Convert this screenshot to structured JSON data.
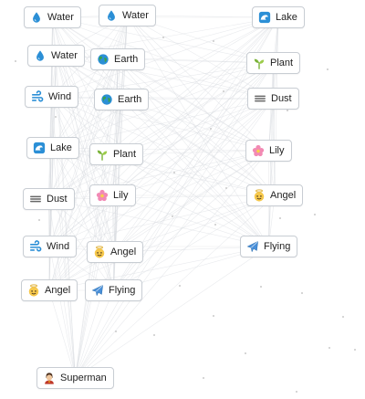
{
  "colors": {
    "chip_border": "#c8cdd3",
    "line": "#d7dadf",
    "water": "#2b8fd6",
    "earth_blue": "#2b8fd6",
    "earth_green": "#3aa34a",
    "wind": "#2b8fd6",
    "plant": "#7bb33a",
    "lily": "#f28ab4",
    "angel": "#e0b23c",
    "flying": "#2b6fb0",
    "superman": "#b9723a"
  },
  "elements": [
    {
      "label": "Water",
      "icon": "water-drop-icon"
    },
    {
      "label": "Water",
      "icon": "water-drop-icon"
    },
    {
      "label": "Lake",
      "icon": "wave-icon"
    },
    {
      "label": "Water",
      "icon": "water-drop-icon"
    },
    {
      "label": "Earth",
      "icon": "globe-icon"
    },
    {
      "label": "Plant",
      "icon": "seedling-icon"
    },
    {
      "label": "Wind",
      "icon": "wind-icon"
    },
    {
      "label": "Earth",
      "icon": "globe-icon"
    },
    {
      "label": "Dust",
      "icon": "fog-icon"
    },
    {
      "label": "Lake",
      "icon": "wave-icon"
    },
    {
      "label": "Plant",
      "icon": "seedling-icon"
    },
    {
      "label": "Lily",
      "icon": "flower-icon"
    },
    {
      "label": "Dust",
      "icon": "fog-icon"
    },
    {
      "label": "Lily",
      "icon": "flower-icon"
    },
    {
      "label": "Angel",
      "icon": "angel-icon"
    },
    {
      "label": "Wind",
      "icon": "wind-icon"
    },
    {
      "label": "Angel",
      "icon": "angel-icon"
    },
    {
      "label": "Flying",
      "icon": "airplane-icon"
    },
    {
      "label": "Angel",
      "icon": "angel-icon"
    },
    {
      "label": "Flying",
      "icon": "airplane-icon"
    },
    {
      "label": "Superman",
      "icon": "superman-icon"
    }
  ]
}
